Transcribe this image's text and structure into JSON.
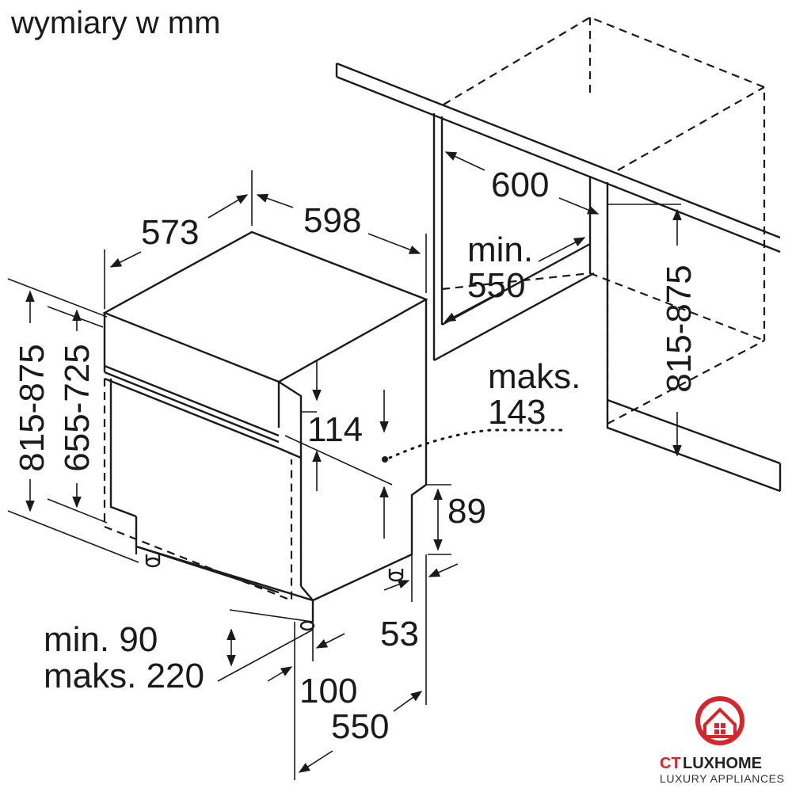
{
  "title": "wymiary w mm",
  "dimensions": {
    "depth_appliance": "573",
    "width_appliance": "598",
    "niche_width": "600",
    "niche_min_label": "min.",
    "niche_min_value": "550",
    "height_total_left": "815-875",
    "height_range_left": "655-725",
    "panel_height": "114",
    "maks_label": "maks.",
    "maks_value": "143",
    "plinth_height": "89",
    "plinth_range_min": "min. 90",
    "plinth_range_max": "maks. 220",
    "foot_offset": "53",
    "plinth_depth": "100",
    "depth_bottom": "550",
    "niche_height_right": "815-875"
  },
  "logo": {
    "brand_ct": "CT",
    "brand_lux": "LUXHOME",
    "tagline": "LUXURY APPLIANCES",
    "accent_color": "#d7262b"
  }
}
